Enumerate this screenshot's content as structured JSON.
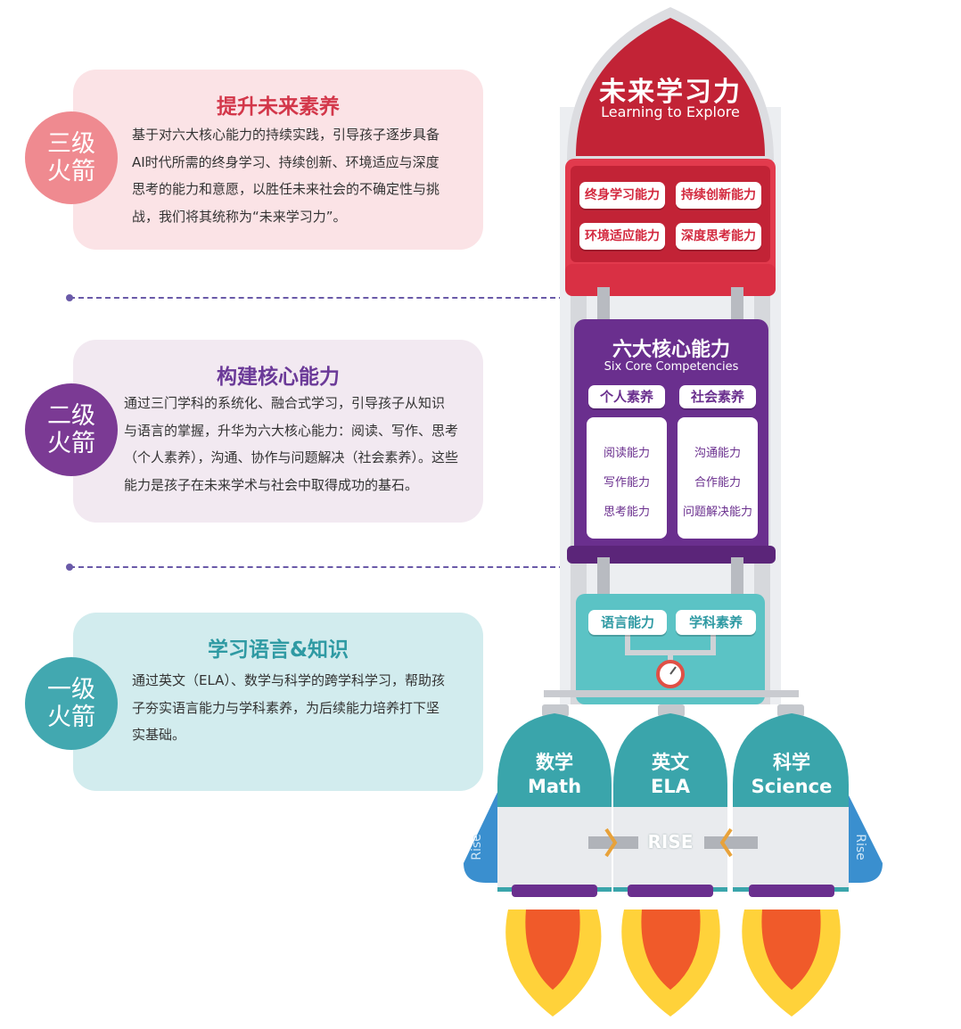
{
  "stages": [
    {
      "badge": "三级火箭",
      "title": "提升未来素养",
      "lines": [
        "基于对六大核心能力的持续实践，引导孩子逐步具备",
        "AI时代所需的终身学习、持续创新、环境适应与深度",
        "思考的能力和意愿，以胜任未来社会的不确定性与挑",
        "战，我们将其统称为“未来学习力”。"
      ]
    },
    {
      "badge": "二级火箭",
      "title": "构建核心能力",
      "lines": [
        "通过三门学科的系统化、融合式学习，引导孩子从知识",
        "与语言的掌握，升华为六大核心能力：阅读、写作、思考",
        "（个人素养），沟通、协作与问题解决（社会素养）。这些",
        "能力是孩子在未来学术与社会中取得成功的基石。"
      ]
    },
    {
      "badge": "一级火箭",
      "title": "学习语言&知识",
      "lines": [
        "通过英文（ELA）、数学与科学的跨学科学习，帮助孩",
        "子夯实语言能力与学科素养，为后续能力培养打下坚",
        "实基础。"
      ]
    }
  ],
  "rocket": {
    "nose": {
      "title_cn": "未来学习力",
      "title_en": "Learning to Explore"
    },
    "future_skills": [
      "终身学习能力",
      "持续创新能力",
      "环境适应能力",
      "深度思考能力"
    ],
    "core": {
      "title_cn": "六大核心能力",
      "title_en": "Six Core Competencies",
      "personal": {
        "header": "个人素养",
        "items": [
          "阅读能力",
          "写作能力",
          "思考能力"
        ]
      },
      "social": {
        "header": "社会素养",
        "items": [
          "沟通能力",
          "合作能力",
          "问题解决能力"
        ]
      }
    },
    "base": [
      "语言能力",
      "学科素养"
    ],
    "engines": [
      {
        "cn": "数学",
        "en": "Math"
      },
      {
        "cn": "英文",
        "en": "ELA"
      },
      {
        "cn": "科学",
        "en": "Science"
      }
    ],
    "brand": "RISE",
    "fin_left": "Rise",
    "fin_right": "Rise"
  },
  "colors": {
    "nose": "#c22336",
    "future_stage": "#e23a4d",
    "core_stage": "#6a2f8e",
    "base_stage": "#5bc3c5",
    "engine": "#3aa5ab",
    "fin": "#3a8fcf",
    "flame_outer": "#ffd23a",
    "flame_inner": "#f05a2a"
  }
}
